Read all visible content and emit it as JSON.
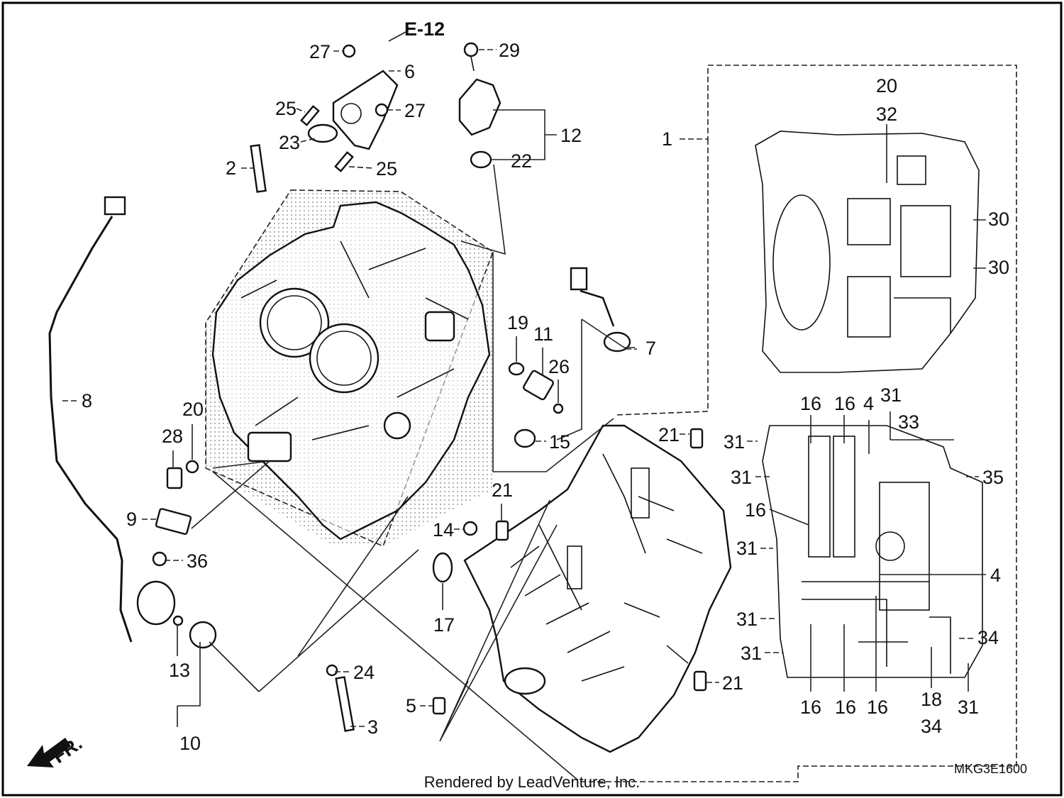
{
  "diagram": {
    "ref_section": "E-12",
    "reference_code": "MKG3E1600",
    "direction_label": "FR.",
    "footer": "Rendered by LeadVenture, Inc.",
    "callouts": {
      "c27a": "27",
      "c6": "6",
      "c27b": "27",
      "c25a": "25",
      "c23": "23",
      "c25b": "25",
      "c29": "29",
      "c12": "12",
      "c22": "22",
      "c2": "2",
      "c8": "8",
      "c1": "1",
      "c20a": "20",
      "c32": "32",
      "c30a": "30",
      "c30b": "30",
      "c19": "19",
      "c11": "11",
      "c26": "26",
      "c7": "7",
      "c15": "15",
      "c20b": "20",
      "c28": "28",
      "c9": "9",
      "c36": "36",
      "c21a": "21",
      "c21b": "21",
      "c21c": "21",
      "c14": "14",
      "c17": "17",
      "c24": "24",
      "c3": "3",
      "c5": "5",
      "c13": "13",
      "c10": "10",
      "c16a": "16",
      "c16b": "16",
      "c4a": "4",
      "c31a": "31",
      "c33": "33",
      "c31b": "31",
      "c35": "35",
      "c31c": "31",
      "c16c": "16",
      "c31d": "31",
      "c4b": "4",
      "c31e": "31",
      "c31f": "31",
      "c34a": "34",
      "c16d": "16",
      "c16e": "16",
      "c16f": "16",
      "c18": "18",
      "c34b": "34",
      "c31g": "31"
    }
  }
}
